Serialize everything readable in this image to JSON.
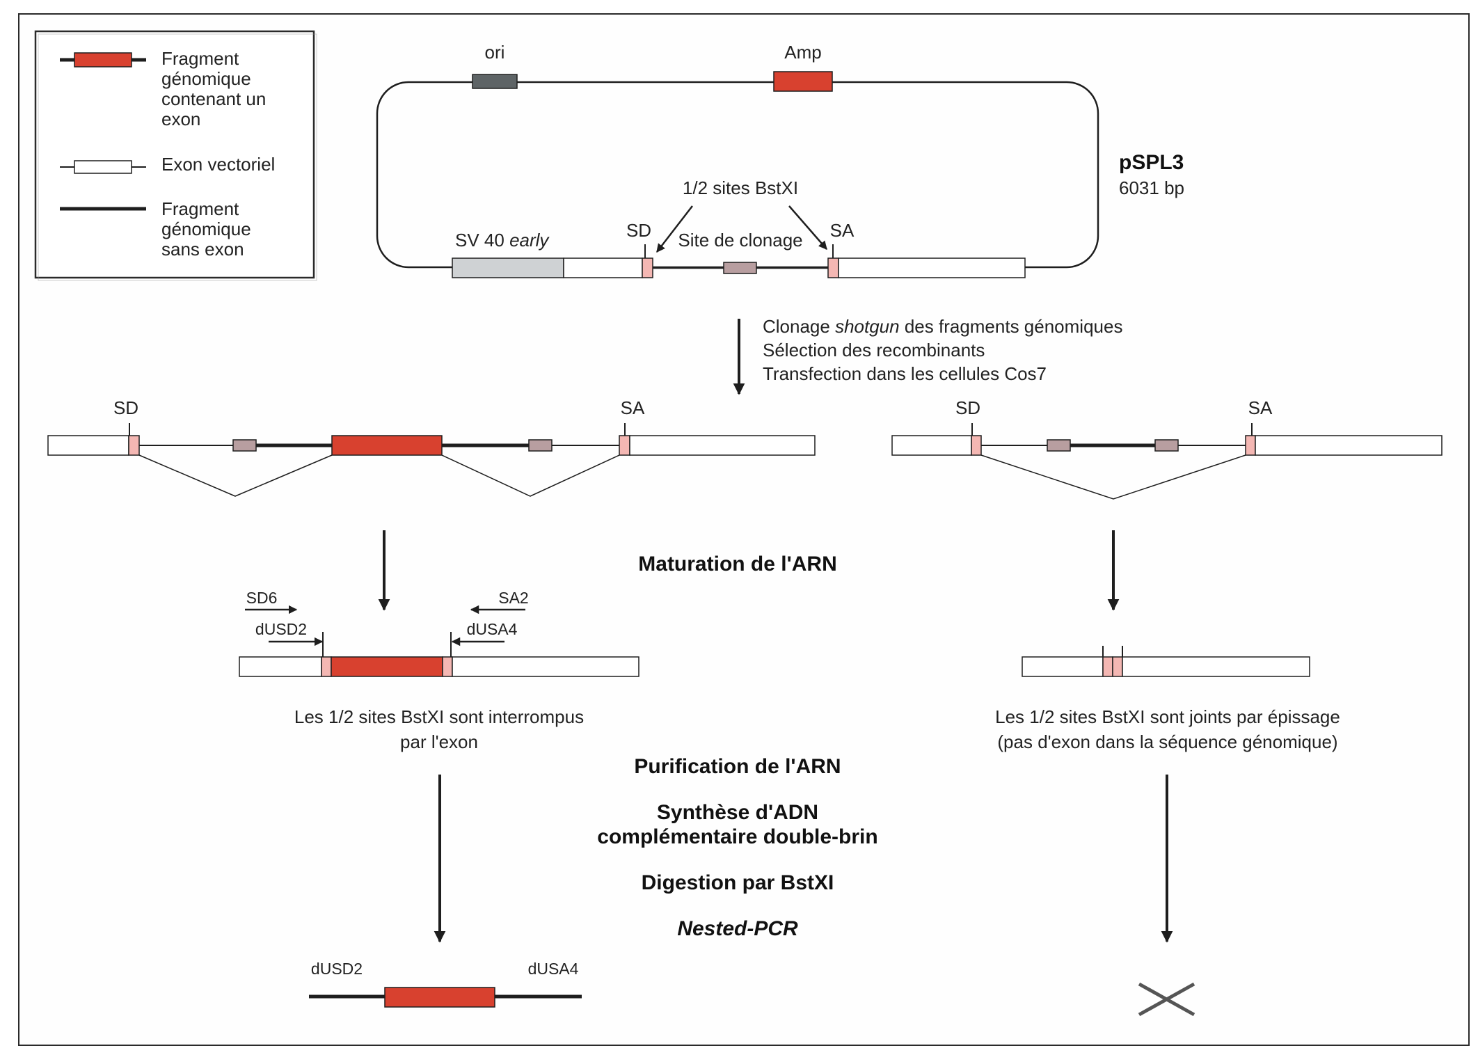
{
  "colors": {
    "exon_red": "#d8412f",
    "splice_pink": "#f4b7b3",
    "ori_gray": "#5e6466",
    "sv40_gray": "#cfd2d4",
    "intron_box": "#b89ea0",
    "line": "#1e1e1e"
  },
  "legend": {
    "item1": [
      "Fragment",
      "génomique",
      "contenant un",
      "exon"
    ],
    "item2": "Exon vectoriel",
    "item3": [
      "Fragment",
      "génomique",
      "sans exon"
    ]
  },
  "plasmid": {
    "ori": "ori",
    "amp": "Amp",
    "name": "pSPL3",
    "size": "6031 bp",
    "half_sites": "1/2 sites BstXI",
    "sd": "SD",
    "sa": "SA",
    "cloning_site": "Site de clonage",
    "sv40_prefix": "SV 40 ",
    "sv40_italic": "early"
  },
  "cloning_steps": {
    "line1_prefix": "Clonage ",
    "line1_italic": "shotgun",
    "line1_suffix": " des fragments génomiques",
    "line2": "Sélection des recombinants",
    "line3": "Transfection dans les cellules Cos7"
  },
  "left_construct": {
    "sd": "SD",
    "sa": "SA"
  },
  "right_construct": {
    "sd": "SD",
    "sa": "SA"
  },
  "maturation": "Maturation de l'ARN",
  "primers": {
    "sd6": "SD6",
    "sa2": "SA2",
    "dusd2": "dUSD2",
    "dusa4": "dUSA4"
  },
  "left_result": [
    "Les 1/2 sites BstXI sont interrompus",
    "par l'exon"
  ],
  "right_result": [
    "Les 1/2 sites BstXI sont joints par épissage",
    "(pas d'exon dans la séquence génomique)"
  ],
  "steps": {
    "purification": "Purification de l'ARN",
    "synthesis_1": "Synthèse d'ADN",
    "synthesis_2": "complémentaire double-brin",
    "digestion": "Digestion par BstXI",
    "nested": "Nested-PCR"
  },
  "final": {
    "left": "dUSD2",
    "right": "dUSA4"
  }
}
